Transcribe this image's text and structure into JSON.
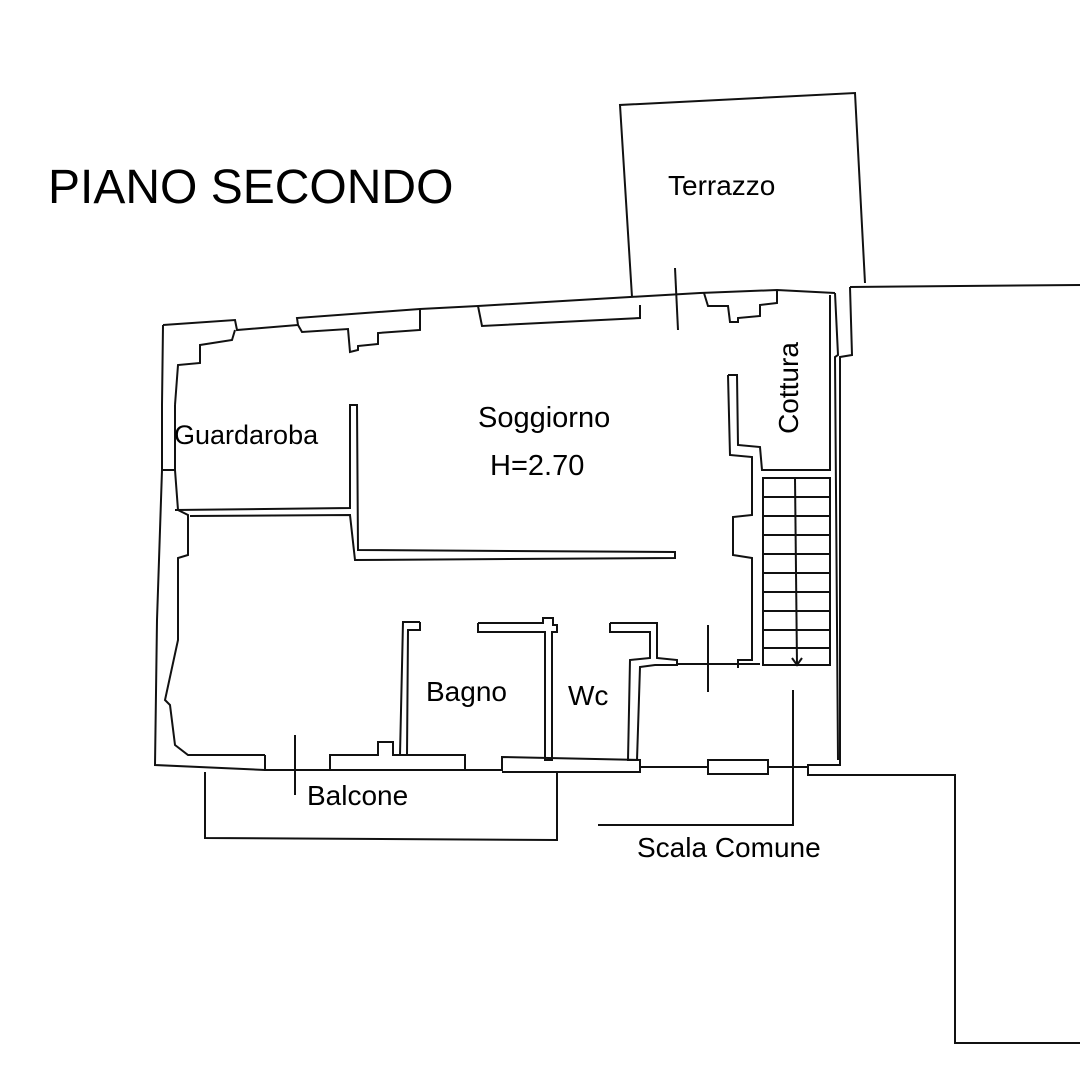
{
  "title": "PIANO SECONDO",
  "rooms": {
    "terrazzo": "Terrazzo",
    "soggiorno": "Soggiorno",
    "height": "H=2.70",
    "guardaroba": "Guardaroba",
    "cottura": "Cottura",
    "bagno": "Bagno",
    "wc": "Wc",
    "balcone": "Balcone",
    "scala_comune": "Scala Comune"
  }
}
